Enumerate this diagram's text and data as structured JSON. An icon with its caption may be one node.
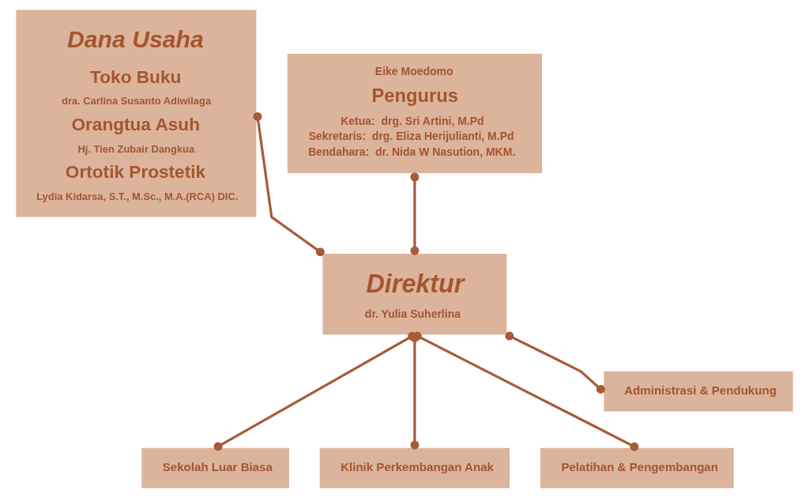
{
  "diagram": {
    "nodes": [
      {
        "text": [
          "Dana Usaha",
          "Toko Buku",
          "dra. Carlina Susanto Adiwilaga",
          "Orangtua Asuh",
          "Hj. Tien Zubair Dangkua",
          "Ortotik Prostetik",
          "Lydia Kidarsa, S.T., M.Sc., M.A.(RCA) DIC."
        ]
      },
      {
        "text": [
          "Eike Moedomo",
          "Pengurus",
          "Ketua:  drg. Sri Artini, M.Pd",
          "Sekretaris:  drg. Eliza Herijulianti, M.Pd",
          "Bendahara:  dr. Nida W Nasution, MKM."
        ]
      },
      {
        "text": [
          "Direktur",
          "dr. Yulia Suherlina"
        ]
      },
      {
        "text": [
          "Administrasi & Pendukung"
        ]
      },
      {
        "text": [
          "Sekolah Luar Biasa"
        ]
      },
      {
        "text": [
          "Klinik Perkembangan Anak"
        ]
      },
      {
        "text": [
          "Pelatihan & Pengembangan"
        ]
      }
    ],
    "edges": [
      {
        "from": 1,
        "to": 2,
        "arrow": "other"
      },
      {
        "from": 0,
        "to": 2,
        "arrow": "other"
      },
      {
        "from": 2,
        "to": 3,
        "arrow": "other"
      },
      {
        "from": 2,
        "to": 4,
        "arrow": "other"
      },
      {
        "from": 2,
        "to": 5,
        "arrow": "other"
      },
      {
        "from": 2,
        "to": 6,
        "arrow": "other"
      }
    ]
  }
}
